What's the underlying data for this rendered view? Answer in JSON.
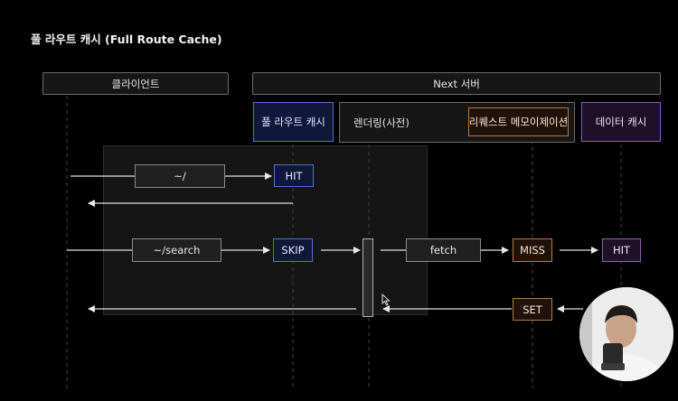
{
  "title": "풀 라우트 캐시 (Full Route Cache)",
  "headers": {
    "client": "클라이언트",
    "server": "Next 서버"
  },
  "columns": {
    "full_route_cache": "풀 라우트 캐시",
    "rendering": "렌더링(사전)",
    "request_memoization": "리퀘스트 메모이제이션",
    "data_cache": "데이터 캐시"
  },
  "flow": {
    "route_root": "~/",
    "hit_1": "HIT",
    "route_search": "~/search",
    "skip": "SKIP",
    "fetch": "fetch",
    "miss": "MISS",
    "hit_2": "HIT",
    "set": "SET"
  },
  "colors": {
    "background": "#000000",
    "cache_blue": "#5d6fc8",
    "data_cache_purple": "#8b5db8",
    "memoization_orange": "#b5794a"
  }
}
